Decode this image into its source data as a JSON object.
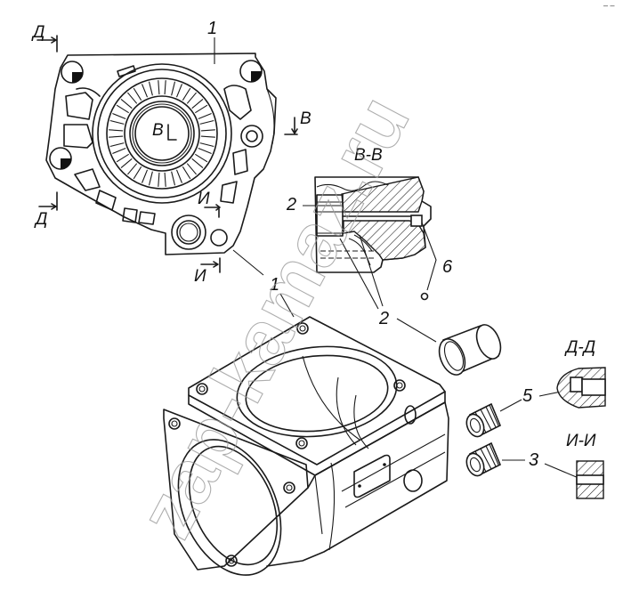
{
  "diagram": {
    "type": "exploded technical drawing",
    "subject": "housing (cover) with bushings and threaded inserts",
    "watermark": "zap-kamaz.ru",
    "corner_mark": "‒ ‒",
    "part_callouts": [
      {
        "id": "callout-1-top",
        "label": "1"
      },
      {
        "id": "callout-1-lower",
        "label": "1"
      },
      {
        "id": "callout-2-section",
        "label": "2"
      },
      {
        "id": "callout-2-bushing",
        "label": "2"
      },
      {
        "id": "callout-6",
        "label": "6"
      },
      {
        "id": "callout-5",
        "label": "5"
      },
      {
        "id": "callout-3",
        "label": "3"
      }
    ],
    "section_markers": {
      "d_top": "Д",
      "d_bottom": "Д",
      "v_right": "В",
      "v_center": "В",
      "i_upper": "И",
      "i_lower": "И"
    },
    "section_titles": {
      "vv": "В-В",
      "dd": "Д-Д",
      "ii": "И-И"
    }
  }
}
